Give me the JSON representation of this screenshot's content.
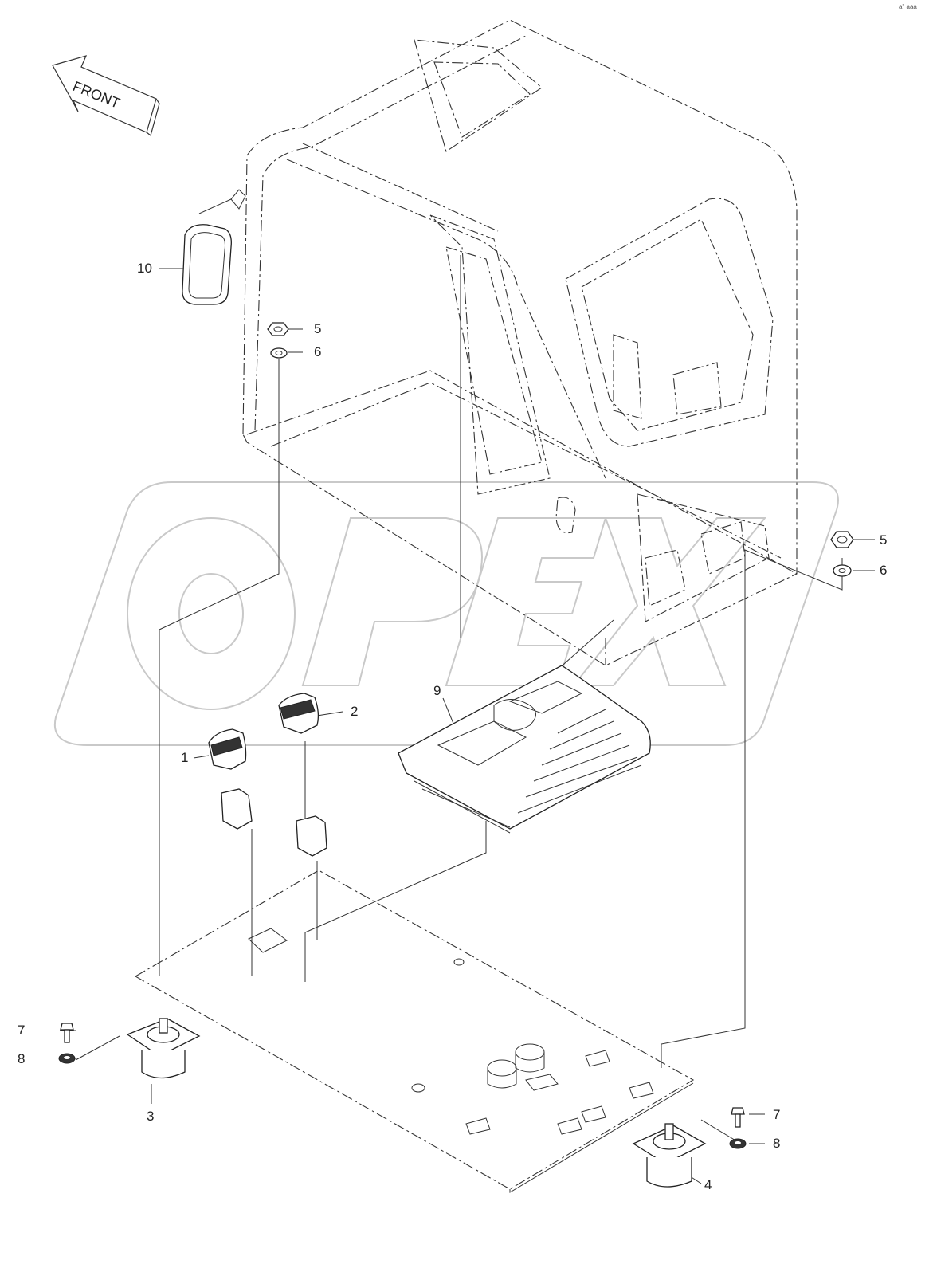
{
  "corner_mark": "a\" aaa",
  "front_arrow": {
    "label": "FRONT"
  },
  "watermark": {
    "text": "OPEX"
  },
  "callouts": {
    "c10": "10",
    "c5_top": "5",
    "c6_top": "6",
    "c5_right": "5",
    "c6_right": "6",
    "c9": "9",
    "c2": "2",
    "c1": "1",
    "c7_left": "7",
    "c8_left": "8",
    "c3": "3",
    "c7_right": "7",
    "c8_right": "8",
    "c4": "4"
  }
}
